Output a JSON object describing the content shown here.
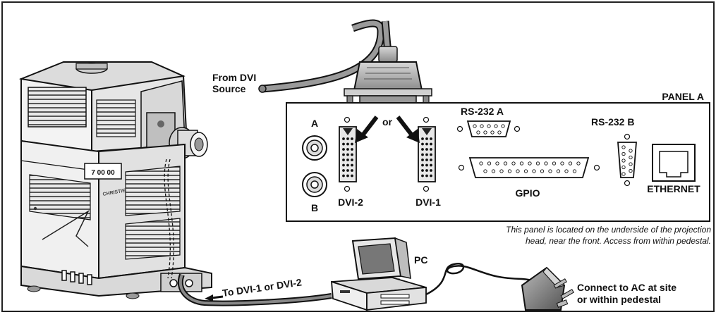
{
  "source_label_line1": "From DVI",
  "source_label_line2": "Source",
  "panel_title": "PANEL A",
  "connector_or": "or",
  "rs232a_label": "RS-232 A",
  "rs232b_label": "RS-232 B",
  "bnc_a_label": "A",
  "bnc_b_label": "B",
  "dvi2_label": "DVI-2",
  "dvi1_label": "DVI-1",
  "gpio_label": "GPIO",
  "ethernet_label": "ETHERNET",
  "panel_note_line1": "This panel is located on the underside of the projection",
  "panel_note_line2": "head, near the front. Access from within pedestal.",
  "pc_label": "PC",
  "cable_label": "To DVI-1 or DVI-2",
  "ac_label_line1": "Connect to AC at site",
  "ac_label_line2": "or within pedestal",
  "projector_display_text": "7 00 00"
}
